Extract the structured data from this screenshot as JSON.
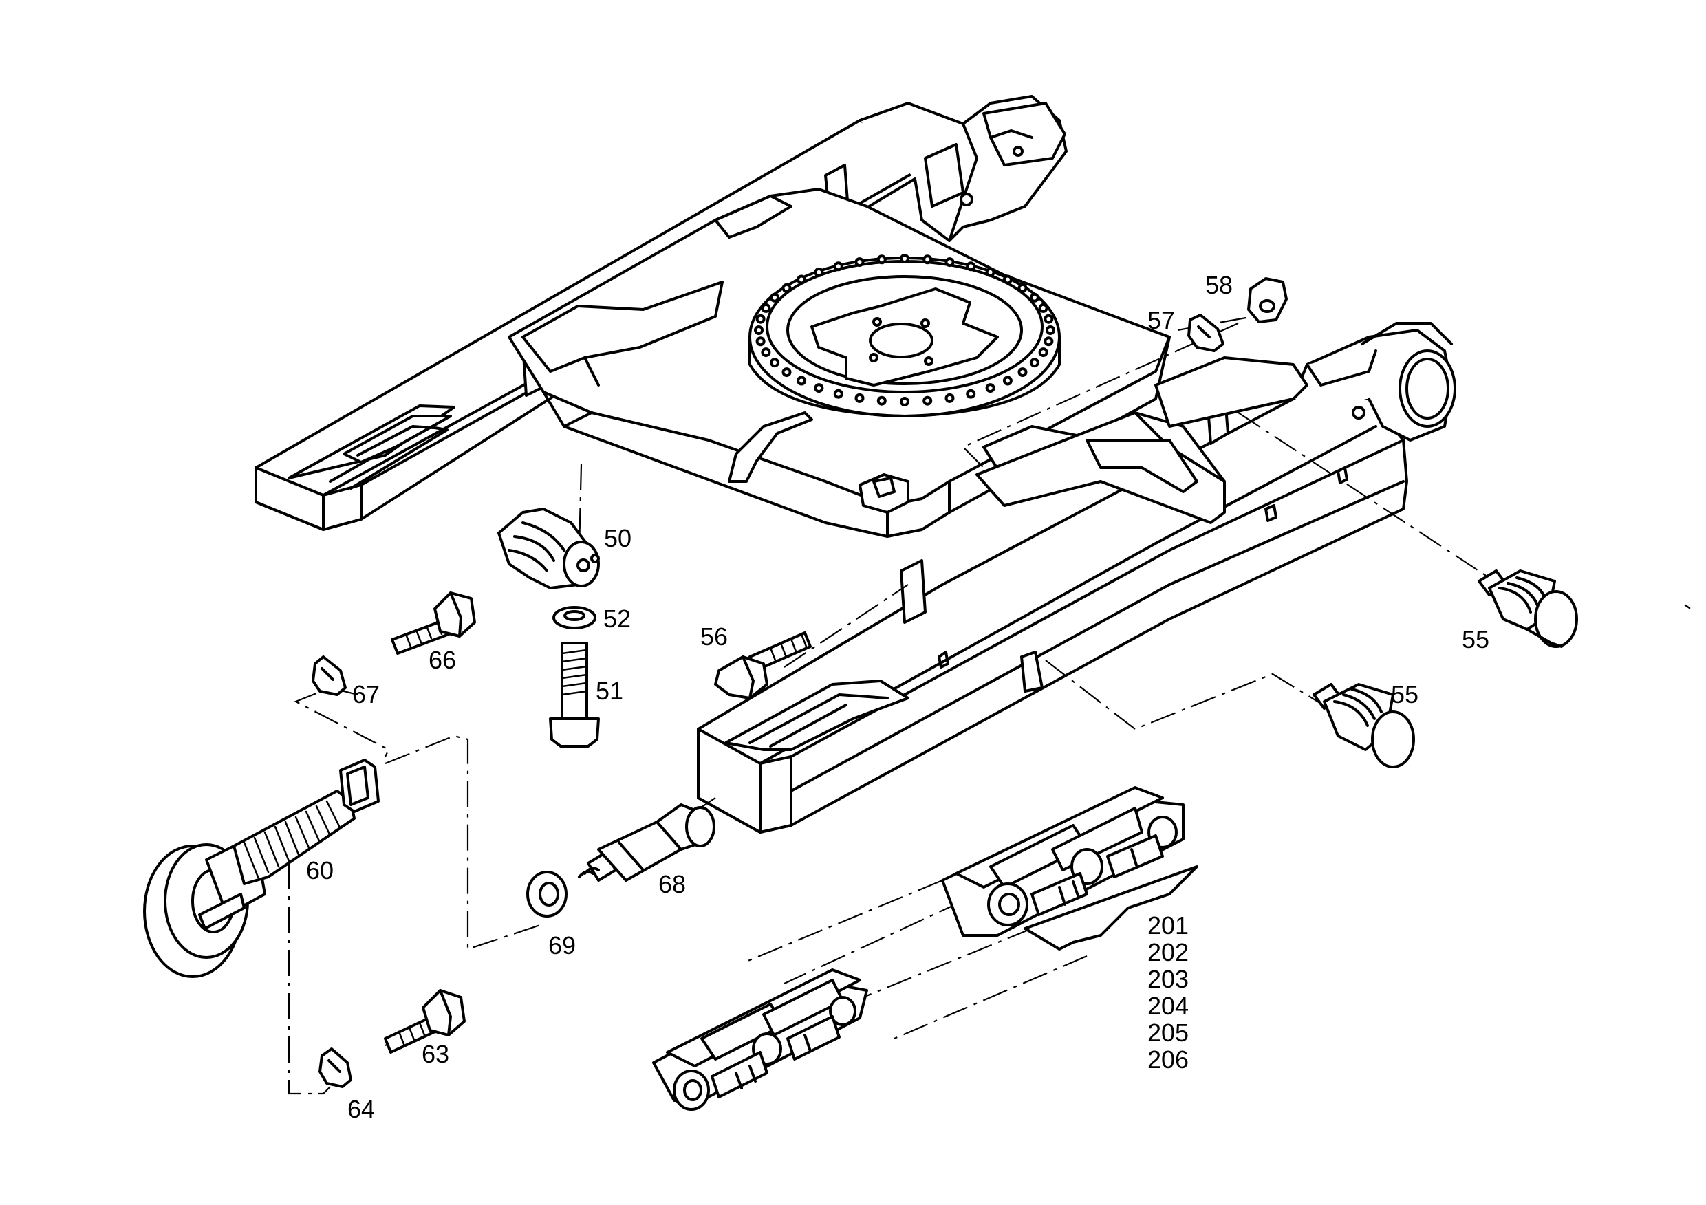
{
  "callouts": {
    "c50": "50",
    "c51": "51",
    "c52": "52",
    "c55a": "55",
    "c55b": "55",
    "c56": "56",
    "c57": "57",
    "c58": "58",
    "c60": "60",
    "c63": "63",
    "c64": "64",
    "c66": "66",
    "c67": "67",
    "c68": "68",
    "c69": "69",
    "track_codes": [
      "201",
      "202",
      "203",
      "204",
      "205",
      "206"
    ]
  }
}
